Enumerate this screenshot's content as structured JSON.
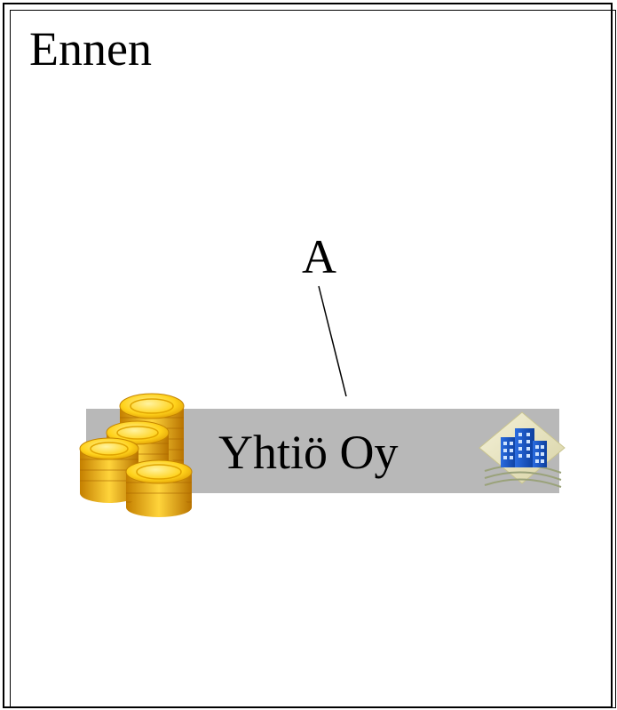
{
  "slide": {
    "title": "Ennen",
    "owner_label": "A",
    "company_name": "Yhtiö Oy"
  },
  "icons": {
    "left": "coin-stack-icon",
    "right": "office-building-icon"
  },
  "colors": {
    "company_bar": "#b8b8b8",
    "coin_gold": "#f2b705",
    "building_blue": "#1f5fcf"
  }
}
